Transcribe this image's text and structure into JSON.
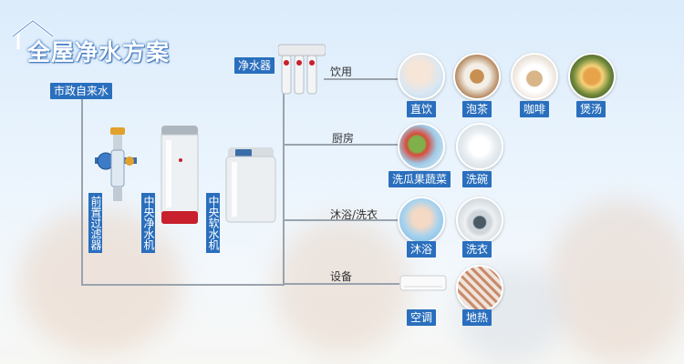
{
  "title": "全屋净水方案",
  "labels": {
    "municipal_water": "市政自来水",
    "purifier": "净水器",
    "pre_filter": "前置过滤器",
    "central_purifier": "中央净水机",
    "central_softener": "中央软水机"
  },
  "categories": [
    {
      "name": "饮用",
      "items": [
        "直饮",
        "泡茶",
        "咖啡",
        "煲汤"
      ]
    },
    {
      "name": "厨房",
      "items": [
        "洗瓜果蔬菜",
        "洗碗"
      ]
    },
    {
      "name": "沐浴/洗衣",
      "items": [
        "沐浴",
        "洗衣"
      ]
    },
    {
      "name": "设备",
      "items": [
        "空调",
        "地热"
      ]
    }
  ],
  "colors": {
    "label_bg": "#2a6fbd",
    "line": "#9aa3ad",
    "title_outline": "#4a82c8",
    "purifier_band": "#c8202c"
  }
}
